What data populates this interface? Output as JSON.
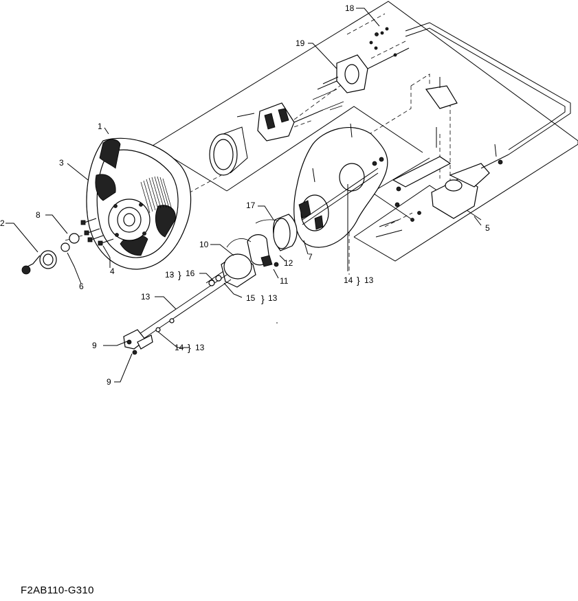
{
  "drawing_code": "F2AB110-G310",
  "callouts": [
    {
      "id": "c1",
      "text": "1"
    },
    {
      "id": "c2",
      "text": "2"
    },
    {
      "id": "c3",
      "text": "3"
    },
    {
      "id": "c4",
      "text": "4"
    },
    {
      "id": "c5",
      "text": "5"
    },
    {
      "id": "c6",
      "text": "6"
    },
    {
      "id": "c7",
      "text": "7"
    },
    {
      "id": "c8",
      "text": "8"
    },
    {
      "id": "c9a",
      "text": "9"
    },
    {
      "id": "c9b",
      "text": "9"
    },
    {
      "id": "c10",
      "text": "10"
    },
    {
      "id": "c11",
      "text": "11"
    },
    {
      "id": "c12",
      "text": "12"
    },
    {
      "id": "c13a",
      "text": "13"
    },
    {
      "id": "c13b",
      "text": "13"
    },
    {
      "id": "c13c",
      "text": "13"
    },
    {
      "id": "c13d",
      "text": "13"
    },
    {
      "id": "c13e",
      "text": "13"
    },
    {
      "id": "c13f",
      "text": "13"
    },
    {
      "id": "c14a",
      "text": "14"
    },
    {
      "id": "c14b",
      "text": "14"
    },
    {
      "id": "c15",
      "text": "15"
    },
    {
      "id": "c16",
      "text": "16"
    },
    {
      "id": "c17",
      "text": "17"
    },
    {
      "id": "c18",
      "text": "18"
    },
    {
      "id": "c19",
      "text": "19"
    }
  ]
}
